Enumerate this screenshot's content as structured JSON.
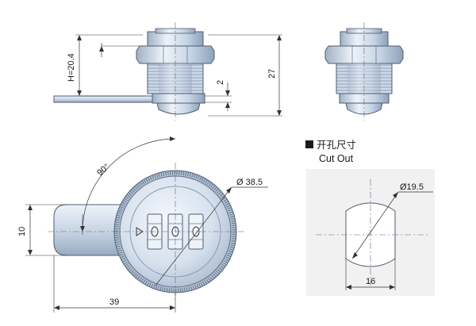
{
  "side_view": {
    "dim_height": "H=20.4",
    "dim_total": "27",
    "dim_small": "2"
  },
  "front_view": {
    "angle": "90°",
    "dia_body": "Ø 38.5",
    "width_cam": "39",
    "height_cam": "10"
  },
  "cutout": {
    "title_cn": "开孔尺寸",
    "title_en": "Cut Out",
    "dia": "Ø19.5",
    "flat": "16"
  },
  "colors": {
    "metal_light": "#e3ecf6",
    "metal_mid": "#c3d2e4",
    "metal_dark": "#8da1b9",
    "outline": "#4f5d70",
    "panel_bg": "#f1f1f1"
  }
}
